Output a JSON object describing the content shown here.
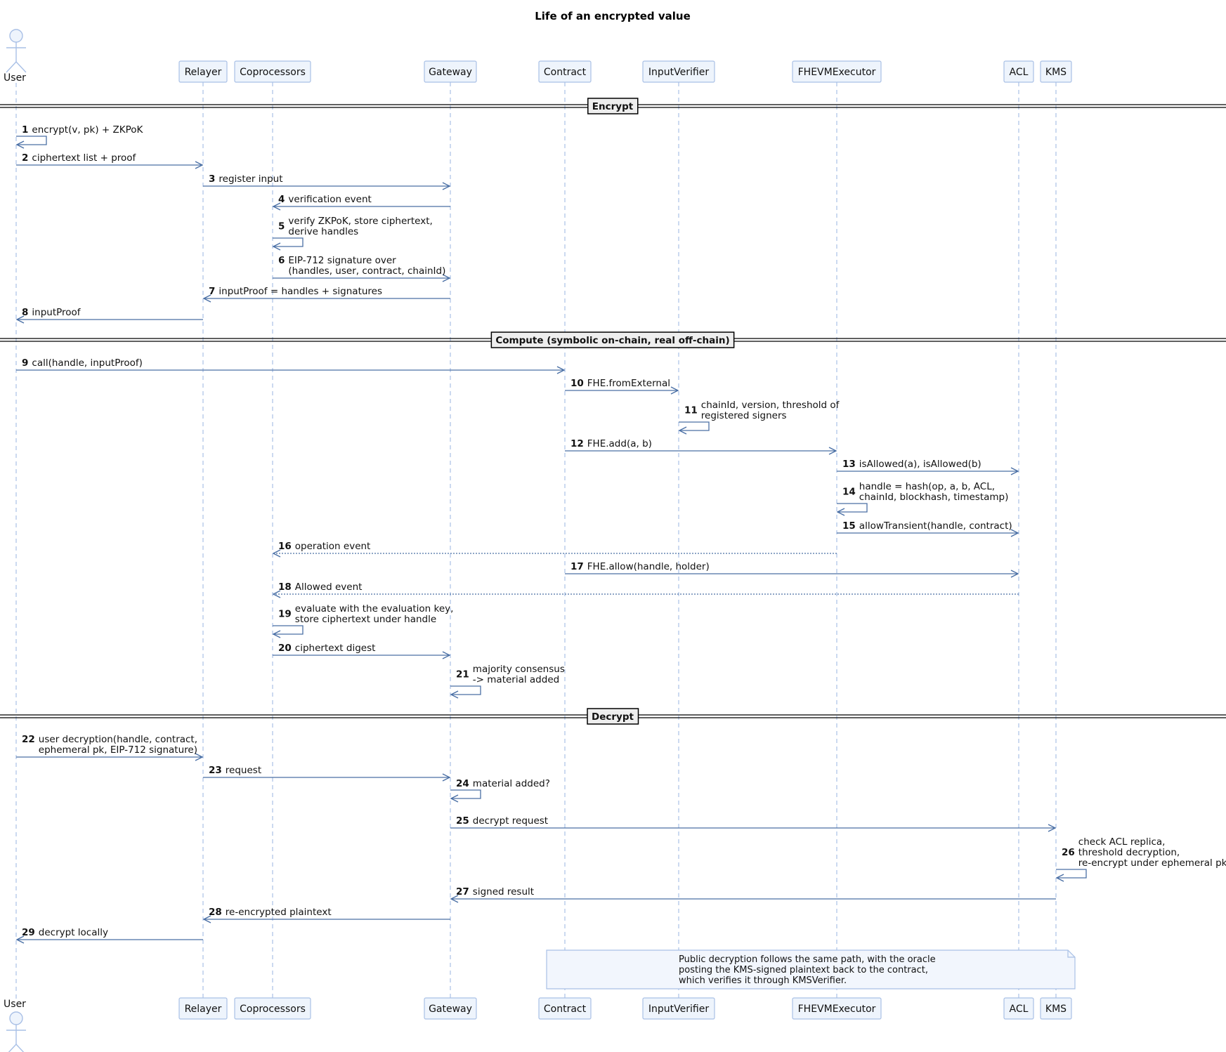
{
  "title": "Life of an encrypted value",
  "colors": {
    "line": "#4a6fa5",
    "lifeline": "#a9c0e6",
    "box_fill": "#eef4fc",
    "box_stroke": "#a9c0e6",
    "divider": "#000000",
    "note_fill": "#f2f6fd"
  },
  "actor_icon": "user-stick-figure-icon",
  "participants": [
    {
      "id": "user",
      "label": "User",
      "actor": true
    },
    {
      "id": "relayer",
      "label": "Relayer"
    },
    {
      "id": "coprocessors",
      "label": "Coprocessors"
    },
    {
      "id": "gateway",
      "label": "Gateway"
    },
    {
      "id": "contract",
      "label": "Contract"
    },
    {
      "id": "inputverifier",
      "label": "InputVerifier"
    },
    {
      "id": "fhevmexecutor",
      "label": "FHEVMExecutor"
    },
    {
      "id": "acl",
      "label": "ACL"
    },
    {
      "id": "kms",
      "label": "KMS"
    }
  ],
  "sections": [
    {
      "label": "Encrypt",
      "before_step": 1
    },
    {
      "label": "Compute (symbolic on-chain, real off-chain)",
      "before_step": 9
    },
    {
      "label": "Decrypt",
      "before_step": 22
    }
  ],
  "messages": [
    {
      "n": "1",
      "from": "user",
      "to": "user",
      "lines": [
        "encrypt(v, pk) + ZKPoK"
      ]
    },
    {
      "n": "2",
      "from": "user",
      "to": "relayer",
      "lines": [
        "ciphertext list + proof"
      ]
    },
    {
      "n": "3",
      "from": "relayer",
      "to": "gateway",
      "lines": [
        "register input"
      ]
    },
    {
      "n": "4",
      "from": "gateway",
      "to": "coprocessors",
      "lines": [
        "verification event"
      ]
    },
    {
      "n": "5",
      "from": "coprocessors",
      "to": "coprocessors",
      "lines": [
        "verify ZKPoK, store ciphertext,",
        "derive handles"
      ]
    },
    {
      "n": "6",
      "from": "coprocessors",
      "to": "gateway",
      "lines": [
        "EIP-712 signature over",
        "(handles, user, contract, chainId)"
      ]
    },
    {
      "n": "7",
      "from": "gateway",
      "to": "relayer",
      "lines": [
        "inputProof = handles + signatures"
      ]
    },
    {
      "n": "8",
      "from": "relayer",
      "to": "user",
      "lines": [
        "inputProof"
      ]
    },
    {
      "n": "9",
      "from": "user",
      "to": "contract",
      "lines": [
        "call(handle, inputProof)"
      ]
    },
    {
      "n": "10",
      "from": "contract",
      "to": "inputverifier",
      "lines": [
        "FHE.fromExternal"
      ]
    },
    {
      "n": "11",
      "from": "inputverifier",
      "to": "inputverifier",
      "lines": [
        "chainId, version, threshold of",
        "registered signers"
      ]
    },
    {
      "n": "12",
      "from": "contract",
      "to": "fhevmexecutor",
      "lines": [
        "FHE.add(a, b)"
      ]
    },
    {
      "n": "13",
      "from": "fhevmexecutor",
      "to": "acl",
      "lines": [
        "isAllowed(a), isAllowed(b)"
      ]
    },
    {
      "n": "14",
      "from": "fhevmexecutor",
      "to": "fhevmexecutor",
      "lines": [
        "handle = hash(op, a, b, ACL,",
        "chainId, blockhash, timestamp)"
      ]
    },
    {
      "n": "15",
      "from": "fhevmexecutor",
      "to": "acl",
      "lines": [
        "allowTransient(handle, contract)"
      ]
    },
    {
      "n": "16",
      "from": "fhevmexecutor",
      "to": "coprocessors",
      "lines": [
        "operation event"
      ],
      "dotted": true
    },
    {
      "n": "17",
      "from": "contract",
      "to": "acl",
      "lines": [
        "FHE.allow(handle, holder)"
      ]
    },
    {
      "n": "18",
      "from": "acl",
      "to": "coprocessors",
      "lines": [
        "Allowed event"
      ],
      "dotted": true
    },
    {
      "n": "19",
      "from": "coprocessors",
      "to": "coprocessors",
      "lines": [
        "evaluate with the evaluation key,",
        "store ciphertext under handle"
      ]
    },
    {
      "n": "20",
      "from": "coprocessors",
      "to": "gateway",
      "lines": [
        "ciphertext digest"
      ]
    },
    {
      "n": "21",
      "from": "gateway",
      "to": "gateway",
      "lines": [
        "majority consensus",
        "-> material added"
      ]
    },
    {
      "n": "22",
      "from": "user",
      "to": "relayer",
      "lines": [
        "user decryption(handle, contract,",
        "ephemeral pk, EIP-712 signature)"
      ]
    },
    {
      "n": "23",
      "from": "relayer",
      "to": "gateway",
      "lines": [
        "request"
      ]
    },
    {
      "n": "24",
      "from": "gateway",
      "to": "gateway",
      "lines": [
        "material added?"
      ]
    },
    {
      "n": "25",
      "from": "gateway",
      "to": "kms",
      "lines": [
        "decrypt request"
      ]
    },
    {
      "n": "26",
      "from": "kms",
      "to": "kms",
      "lines": [
        "check ACL replica,",
        "threshold decryption,",
        "re-encrypt under ephemeral pk"
      ]
    },
    {
      "n": "27",
      "from": "kms",
      "to": "gateway",
      "lines": [
        "signed result"
      ]
    },
    {
      "n": "28",
      "from": "gateway",
      "to": "relayer",
      "lines": [
        "re-encrypted plaintext"
      ]
    },
    {
      "n": "29",
      "from": "relayer",
      "to": "user",
      "lines": [
        "decrypt locally"
      ]
    }
  ],
  "note": {
    "over": [
      "contract",
      "kms"
    ],
    "lines": [
      "Public decryption follows the same path, with the oracle",
      "posting the KMS-signed plaintext back to the contract,",
      "which verifies it through KMSVerifier."
    ]
  }
}
